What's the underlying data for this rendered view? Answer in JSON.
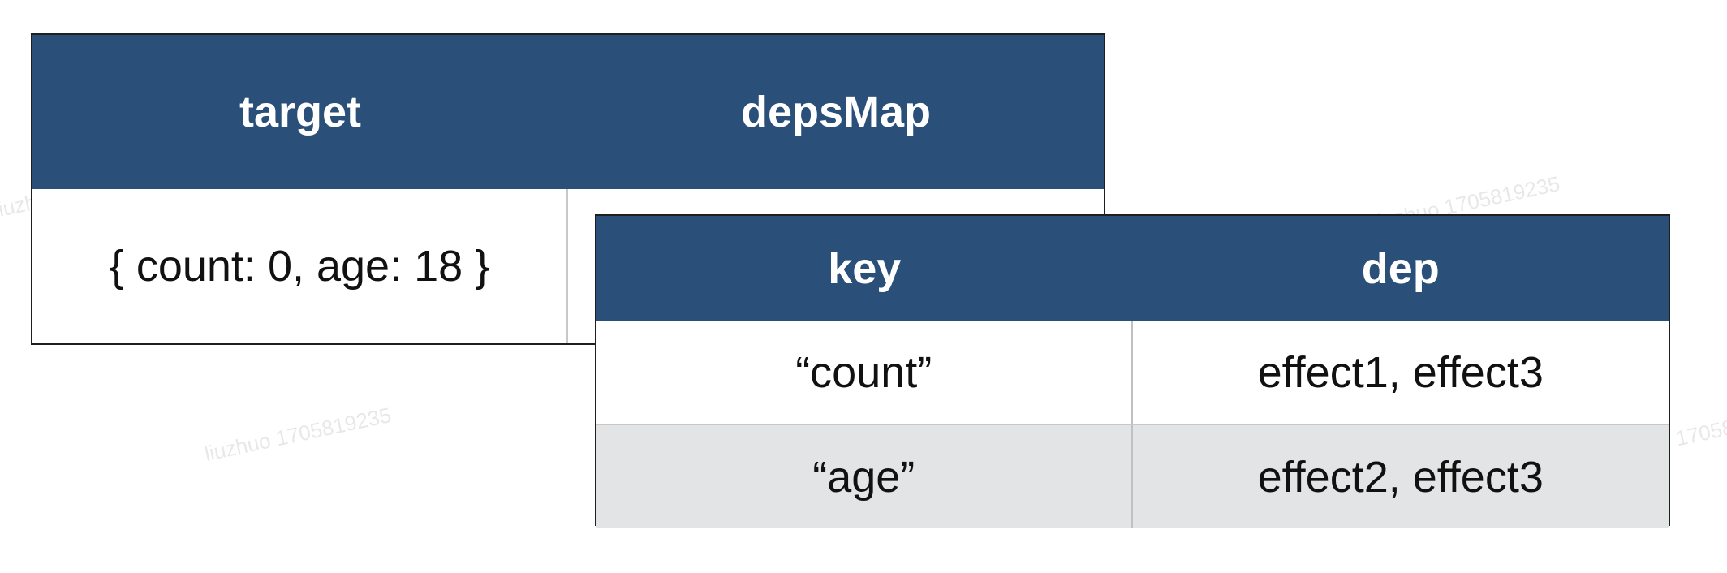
{
  "outer_table": {
    "headers": [
      "target",
      "depsMap"
    ],
    "rows": [
      [
        "{ count: 0, age: 18 }",
        ""
      ]
    ]
  },
  "inner_table": {
    "headers": [
      "key",
      "dep"
    ],
    "rows": [
      [
        "“count”",
        "effect1, effect3"
      ],
      [
        "“age”",
        "effect2, effect3"
      ]
    ]
  },
  "watermark": "liuzhuo 1705819235",
  "colors": {
    "header_bg": "#2a5079",
    "header_text": "#ffffff",
    "alt_row_bg": "#e3e4e6",
    "border": "#1f1f1f"
  }
}
